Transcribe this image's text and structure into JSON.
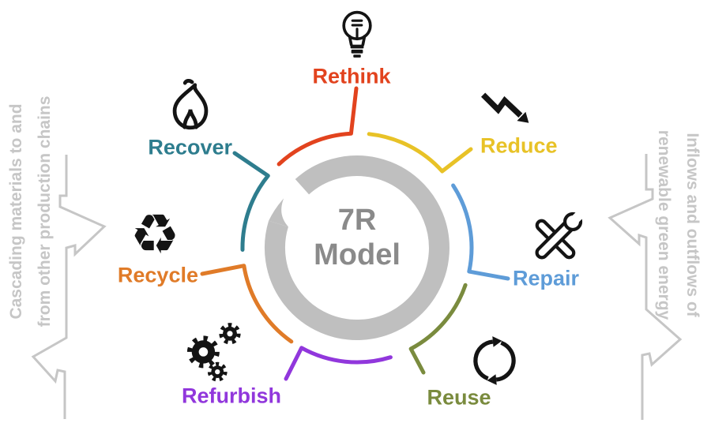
{
  "diagram": {
    "title_line1": "7R",
    "title_line2": "Model"
  },
  "segments": [
    {
      "label": "Rethink",
      "color": "#E2431E",
      "icon": "lightbulb-icon"
    },
    {
      "label": "Reduce",
      "color": "#E8C227",
      "icon": "trend-down-arrow-icon"
    },
    {
      "label": "Repair",
      "color": "#5E9CD8",
      "icon": "tools-icon"
    },
    {
      "label": "Reuse",
      "color": "#7A8B3E",
      "icon": "cycle-arrows-icon"
    },
    {
      "label": "Refurbish",
      "color": "#9137DC",
      "icon": "gears-icon"
    },
    {
      "label": "Recycle",
      "color": "#E07B28",
      "icon": "recycle-symbol-icon",
      "glyph": "♻"
    },
    {
      "label": "Recover",
      "color": "#2E7D8E",
      "icon": "flame-icon"
    }
  ],
  "side_notes": {
    "left_line1": "Cascading materials to and",
    "left_line2": "from other production chains",
    "right_line1": "Inflows and outflows of",
    "right_line2": "renewable green energy"
  },
  "colors": {
    "ring": "#BFBFBF",
    "title_text": "#8A8A8A",
    "side_gray": "#C6C6C6",
    "icon_ink": "#141414"
  }
}
